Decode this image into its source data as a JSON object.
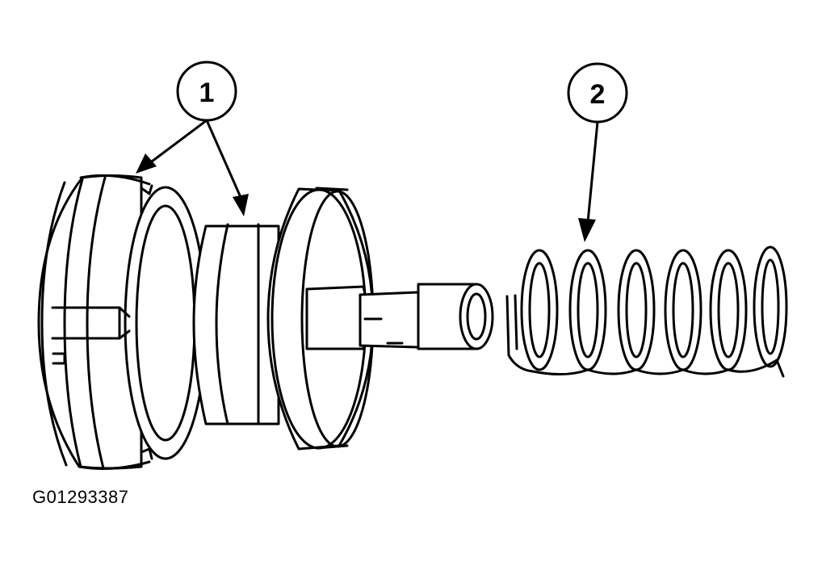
{
  "callouts": [
    {
      "label": "1"
    },
    {
      "label": "2"
    }
  ],
  "figure_id": "G01293387"
}
